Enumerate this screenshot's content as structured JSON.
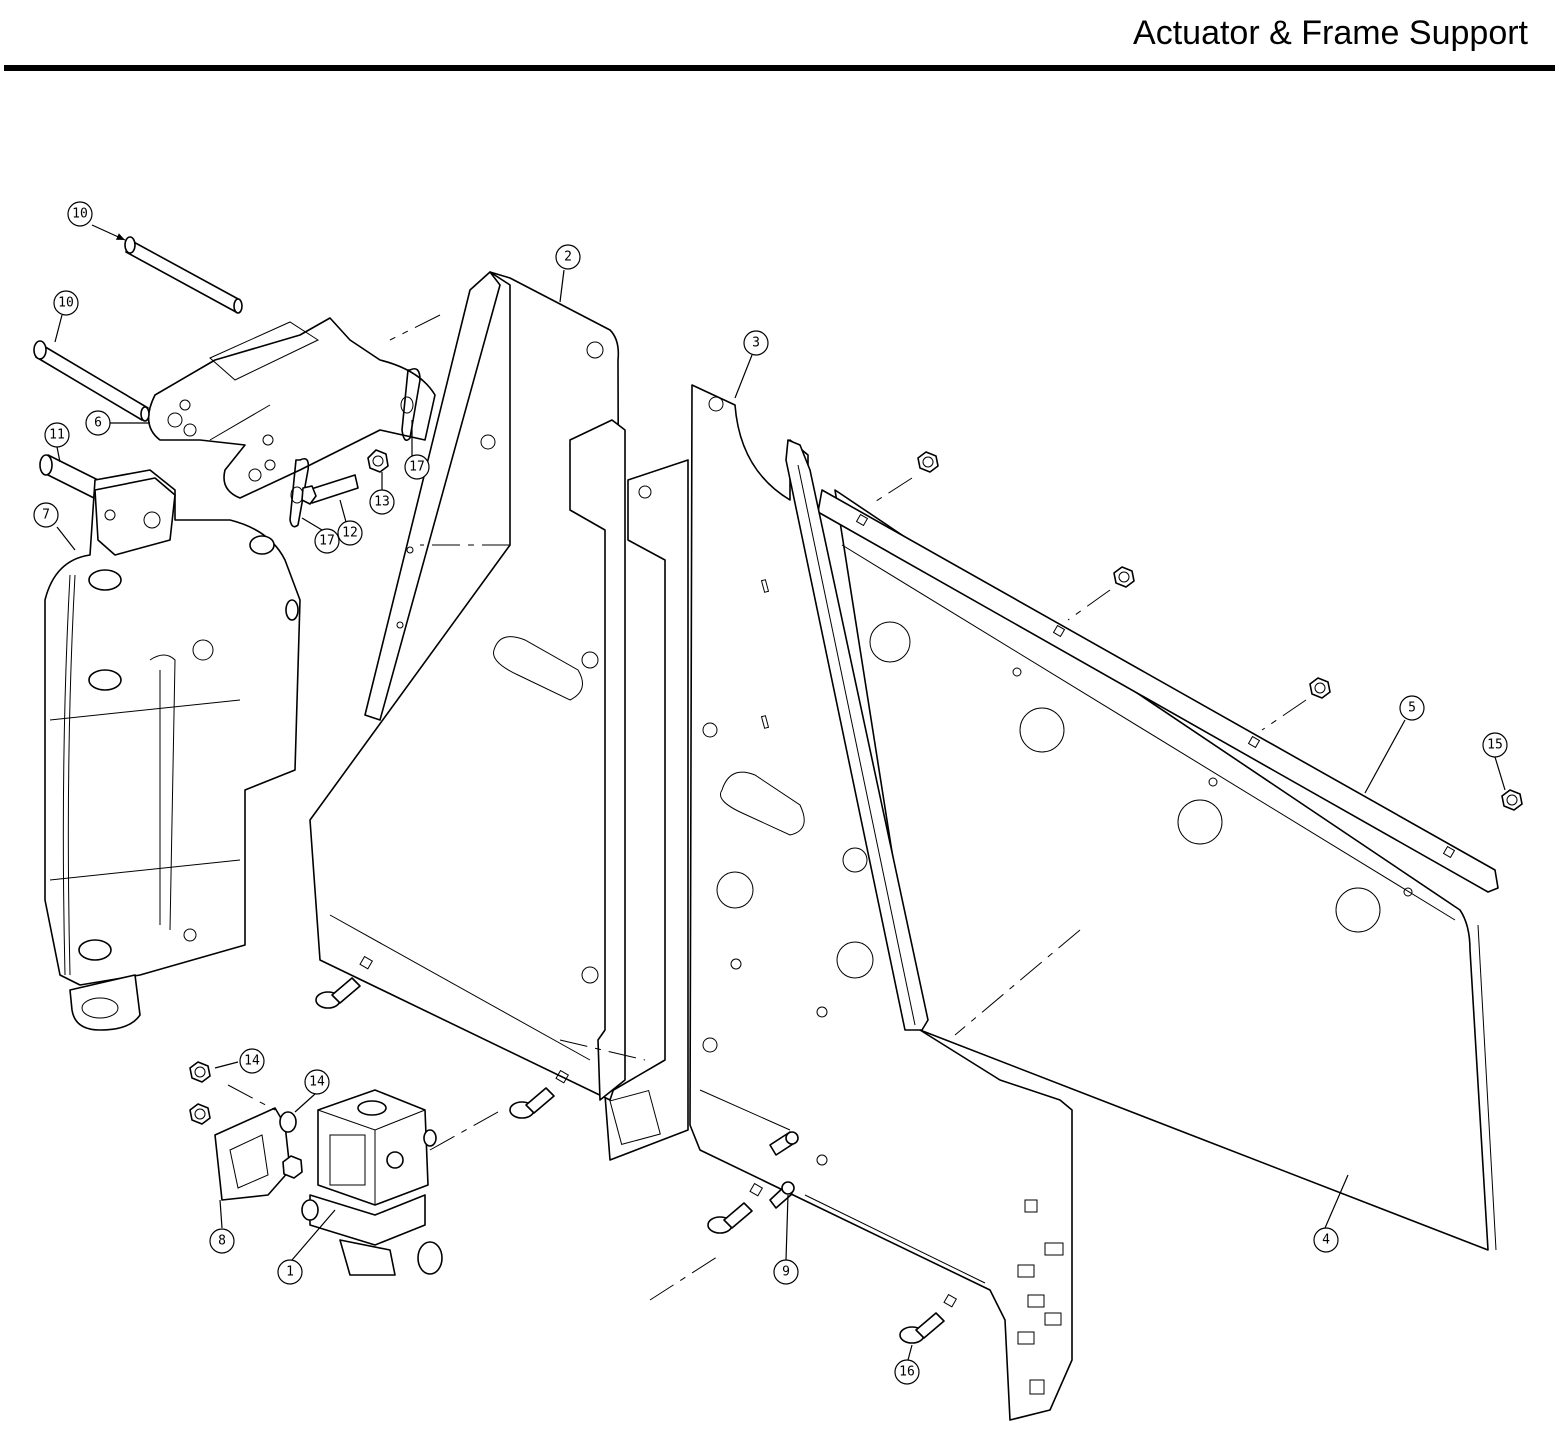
{
  "header": {
    "title": "Actuator & Frame Support"
  },
  "callouts": {
    "c10a": "10",
    "c10b": "10",
    "c11": "11",
    "c6": "6",
    "c7": "7",
    "c2": "2",
    "c3": "3",
    "c17a": "17",
    "c17b": "17",
    "c13": "13",
    "c12": "12",
    "c5": "5",
    "c15": "15",
    "c4": "4",
    "c14a": "14",
    "c14b": "14",
    "c8": "8",
    "c1": "1",
    "c9": "9",
    "c16": "16"
  }
}
